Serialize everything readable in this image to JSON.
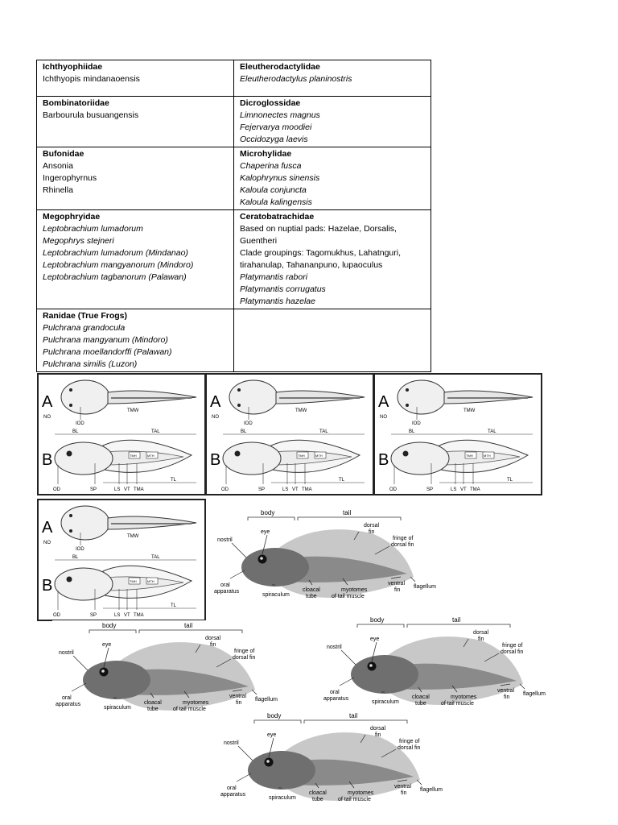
{
  "table": {
    "rows": [
      {
        "left": {
          "family": "Ichthyophiidae",
          "species": [
            {
              "text": "Ichthyopis mindanaoensis",
              "italic": false
            }
          ]
        },
        "right": {
          "family": "Eleutherodactylidae",
          "species": [
            {
              "text": "Eleutherodactylus planinostris",
              "italic": true
            }
          ]
        }
      },
      {
        "left": {
          "family": "Bombinatoriidae",
          "species": [
            {
              "text": "Barbourula busuangensis",
              "italic": false
            }
          ]
        },
        "right": {
          "family": "Dicroglossidae",
          "species": [
            {
              "text": "Limnonectes magnus",
              "italic": true
            },
            {
              "text": "Fejervarya moodiei",
              "italic": true
            },
            {
              "text": "Occidozyga laevis",
              "italic": true
            }
          ]
        }
      },
      {
        "left": {
          "family": "Bufonidae",
          "species": [
            {
              "text": "Ansonia",
              "italic": false
            },
            {
              "text": "Ingerophyrnus",
              "italic": false
            },
            {
              "text": "Rhinella",
              "italic": false
            }
          ]
        },
        "right": {
          "family": "Microhylidae",
          "species": [
            {
              "text": "Chaperina fusca",
              "italic": true
            },
            {
              "text": "Kalophrynus sinensis",
              "italic": true
            },
            {
              "text": "Kaloula conjuncta",
              "italic": true
            },
            {
              "text": "Kaloula kalingensis",
              "italic": true
            }
          ]
        }
      },
      {
        "left": {
          "family": "Megophryidae",
          "species": [
            {
              "text": "Leptobrachium lumadorum",
              "italic": true
            },
            {
              "text": "Megophrys stejneri",
              "italic": true
            },
            {
              "text": "Leptobrachium lumadorum (Mindanao)",
              "italic": true
            },
            {
              "text": "Leptobrachium mangyanorum (Mindoro)",
              "italic": true
            },
            {
              "text": "Leptobrachium tagbanorum (Palawan)",
              "italic": true
            }
          ]
        },
        "right": {
          "family": "Ceratobatrachidae",
          "species": [
            {
              "text": "Based on nuptial pads: Hazelae, Dorsalis, Guentheri",
              "italic": false
            },
            {
              "text": "Clade groupings: Tagomukhus, Lahatnguri,",
              "italic": false
            },
            {
              "text": "tirahanulap, Tahananpuno, lupaoculus",
              "italic": false
            },
            {
              "text": "Platymantis rabori",
              "italic": true
            },
            {
              "text": "Platymantis corrugatus",
              "italic": true
            },
            {
              "text": "Platymantis hazelae",
              "italic": true
            }
          ]
        }
      },
      {
        "left": {
          "family": "Ranidae (True Frogs)",
          "species": [
            {
              "text": "Pulchrana grandocula",
              "italic": true
            },
            {
              "text": "Pulchrana mangyanum (Mindoro)",
              "italic": true
            },
            {
              "text": "Pulchrana moellandorffi (Palawan)",
              "italic": true
            },
            {
              "text": "Pulchrana similis (Luzon)",
              "italic": true
            }
          ]
        },
        "right": {
          "family": "",
          "species": []
        }
      }
    ]
  },
  "diagram_ab": {
    "letter_a": "A",
    "letter_b": "B",
    "labels": {
      "no": "NO",
      "iod": "IOD",
      "tmw": "TMW",
      "bl": "BL",
      "tal": "TAL",
      "tmh": "TMH",
      "mth": "MTH",
      "od": "OD",
      "sp": "SP",
      "ls": "LS",
      "vt": "VT",
      "tma": "TMA",
      "tl": "TL"
    }
  },
  "diagram_tadpole": {
    "body": "body",
    "tail": "tail",
    "dorsal_fin": [
      "dorsal",
      "fin"
    ],
    "fringe": [
      "fringe of",
      "dorsal fin"
    ],
    "eye": "eye",
    "nostril": "nostril",
    "oral": [
      "oral",
      "apparatus"
    ],
    "spiraculum": "spiraculum",
    "cloacal": [
      "cloacal",
      "tube"
    ],
    "myotomes": [
      "myotomes",
      "of tail muscle"
    ],
    "ventral": [
      "ventral",
      "fin"
    ],
    "flagellum": "flagellum"
  },
  "colors": {
    "tadpole_body": "#6f6f6f",
    "tadpole_fin": "#c8c8c8",
    "tadpole_muscle": "#8a8a8a",
    "sketch_fill": "#f0f0f0"
  }
}
